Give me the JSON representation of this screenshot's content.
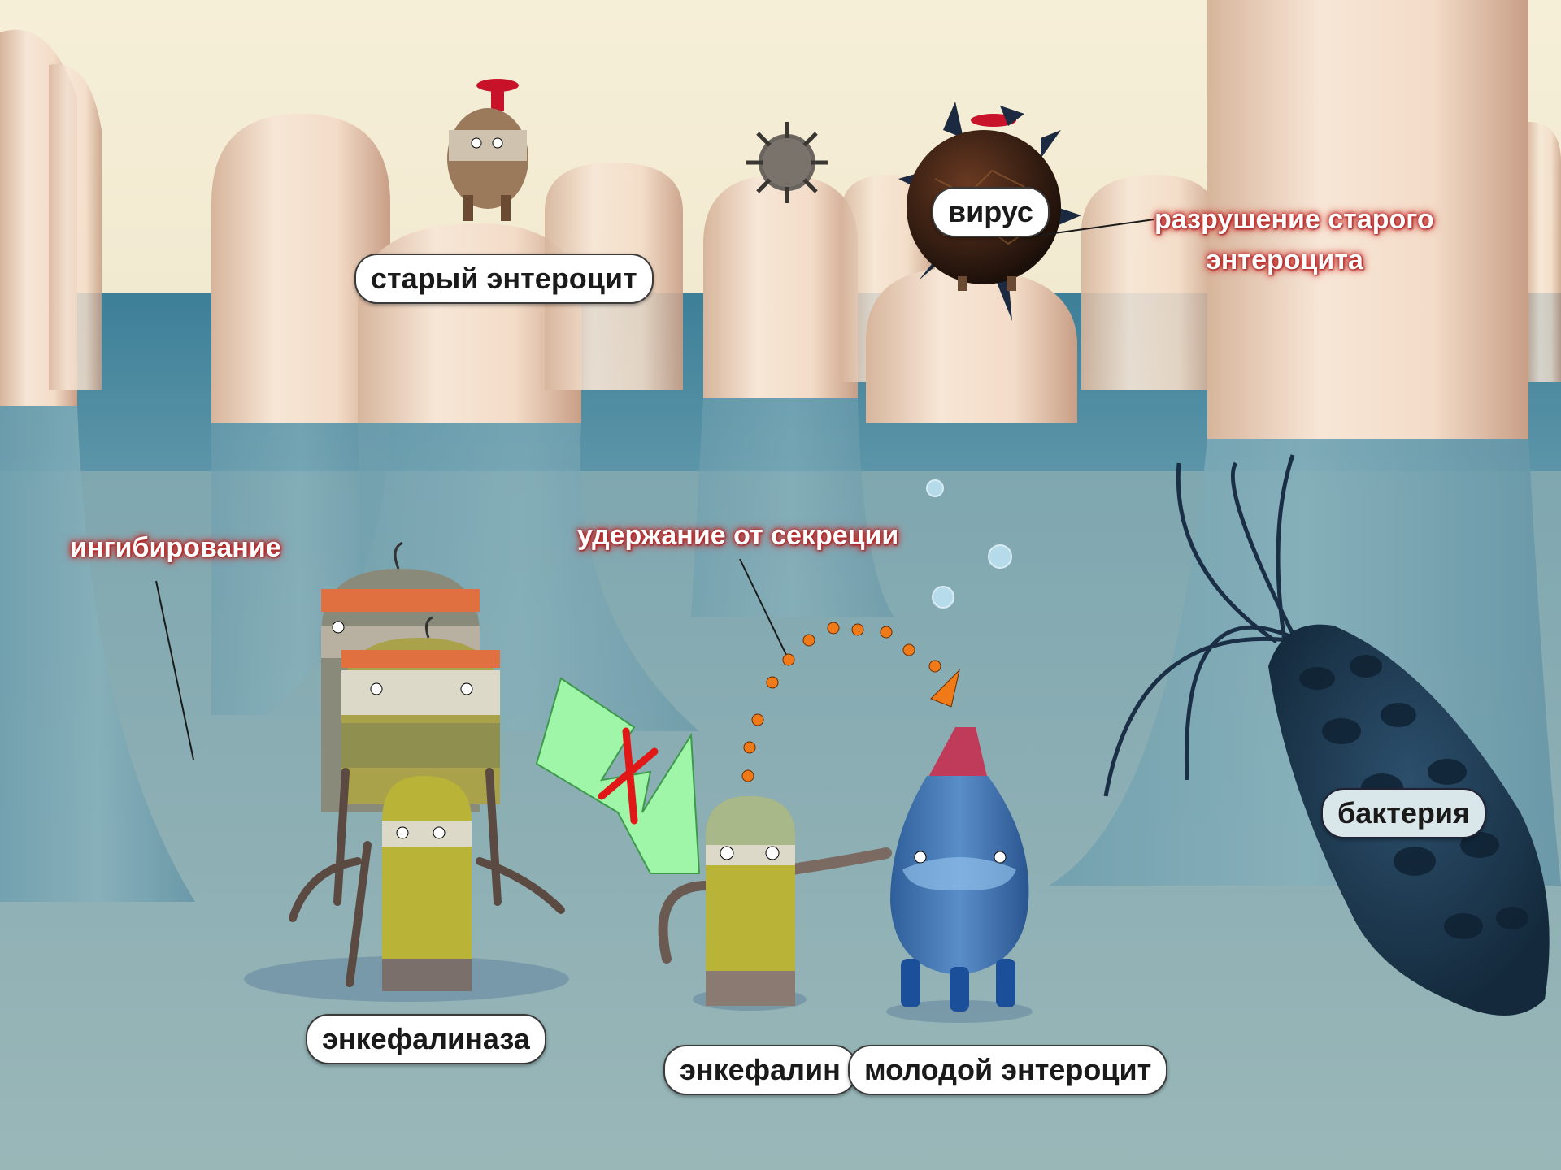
{
  "labels": {
    "old_enterocyte": "старый энтероцит",
    "virus": "вирус",
    "destruction_line1": "разрушение старого",
    "destruction_line2": "энтероцита",
    "inhibition": "ингибирование",
    "secretion_hold": "удержание от секреции",
    "bacterium": "бактерия",
    "enkephalinase": "энкефалиназа",
    "enkephalin": "энкефалин",
    "young_enterocyte": "молодой энтероцит"
  },
  "colors": {
    "villus": "#f1ddc8",
    "fluid": "#4f8ea4",
    "deep_fluid": "#8fb0b4",
    "label_glow": "#b32020",
    "arrow_green": "#9ff5a8",
    "block_cross": "#e01818",
    "dots": "#f07a18",
    "bacterium": "#1e3a52",
    "virus": "#2b1a14"
  },
  "icons": [
    "old-enterocyte-icon",
    "virus-icon",
    "small-virus-icon",
    "enkephalinase-icon",
    "enkephalin-icon",
    "young-enterocyte-icon",
    "bacterium-icon",
    "green-arrow-icon",
    "block-cross-icon",
    "dotted-arc-arrow-icon",
    "bubbles-icon"
  ]
}
